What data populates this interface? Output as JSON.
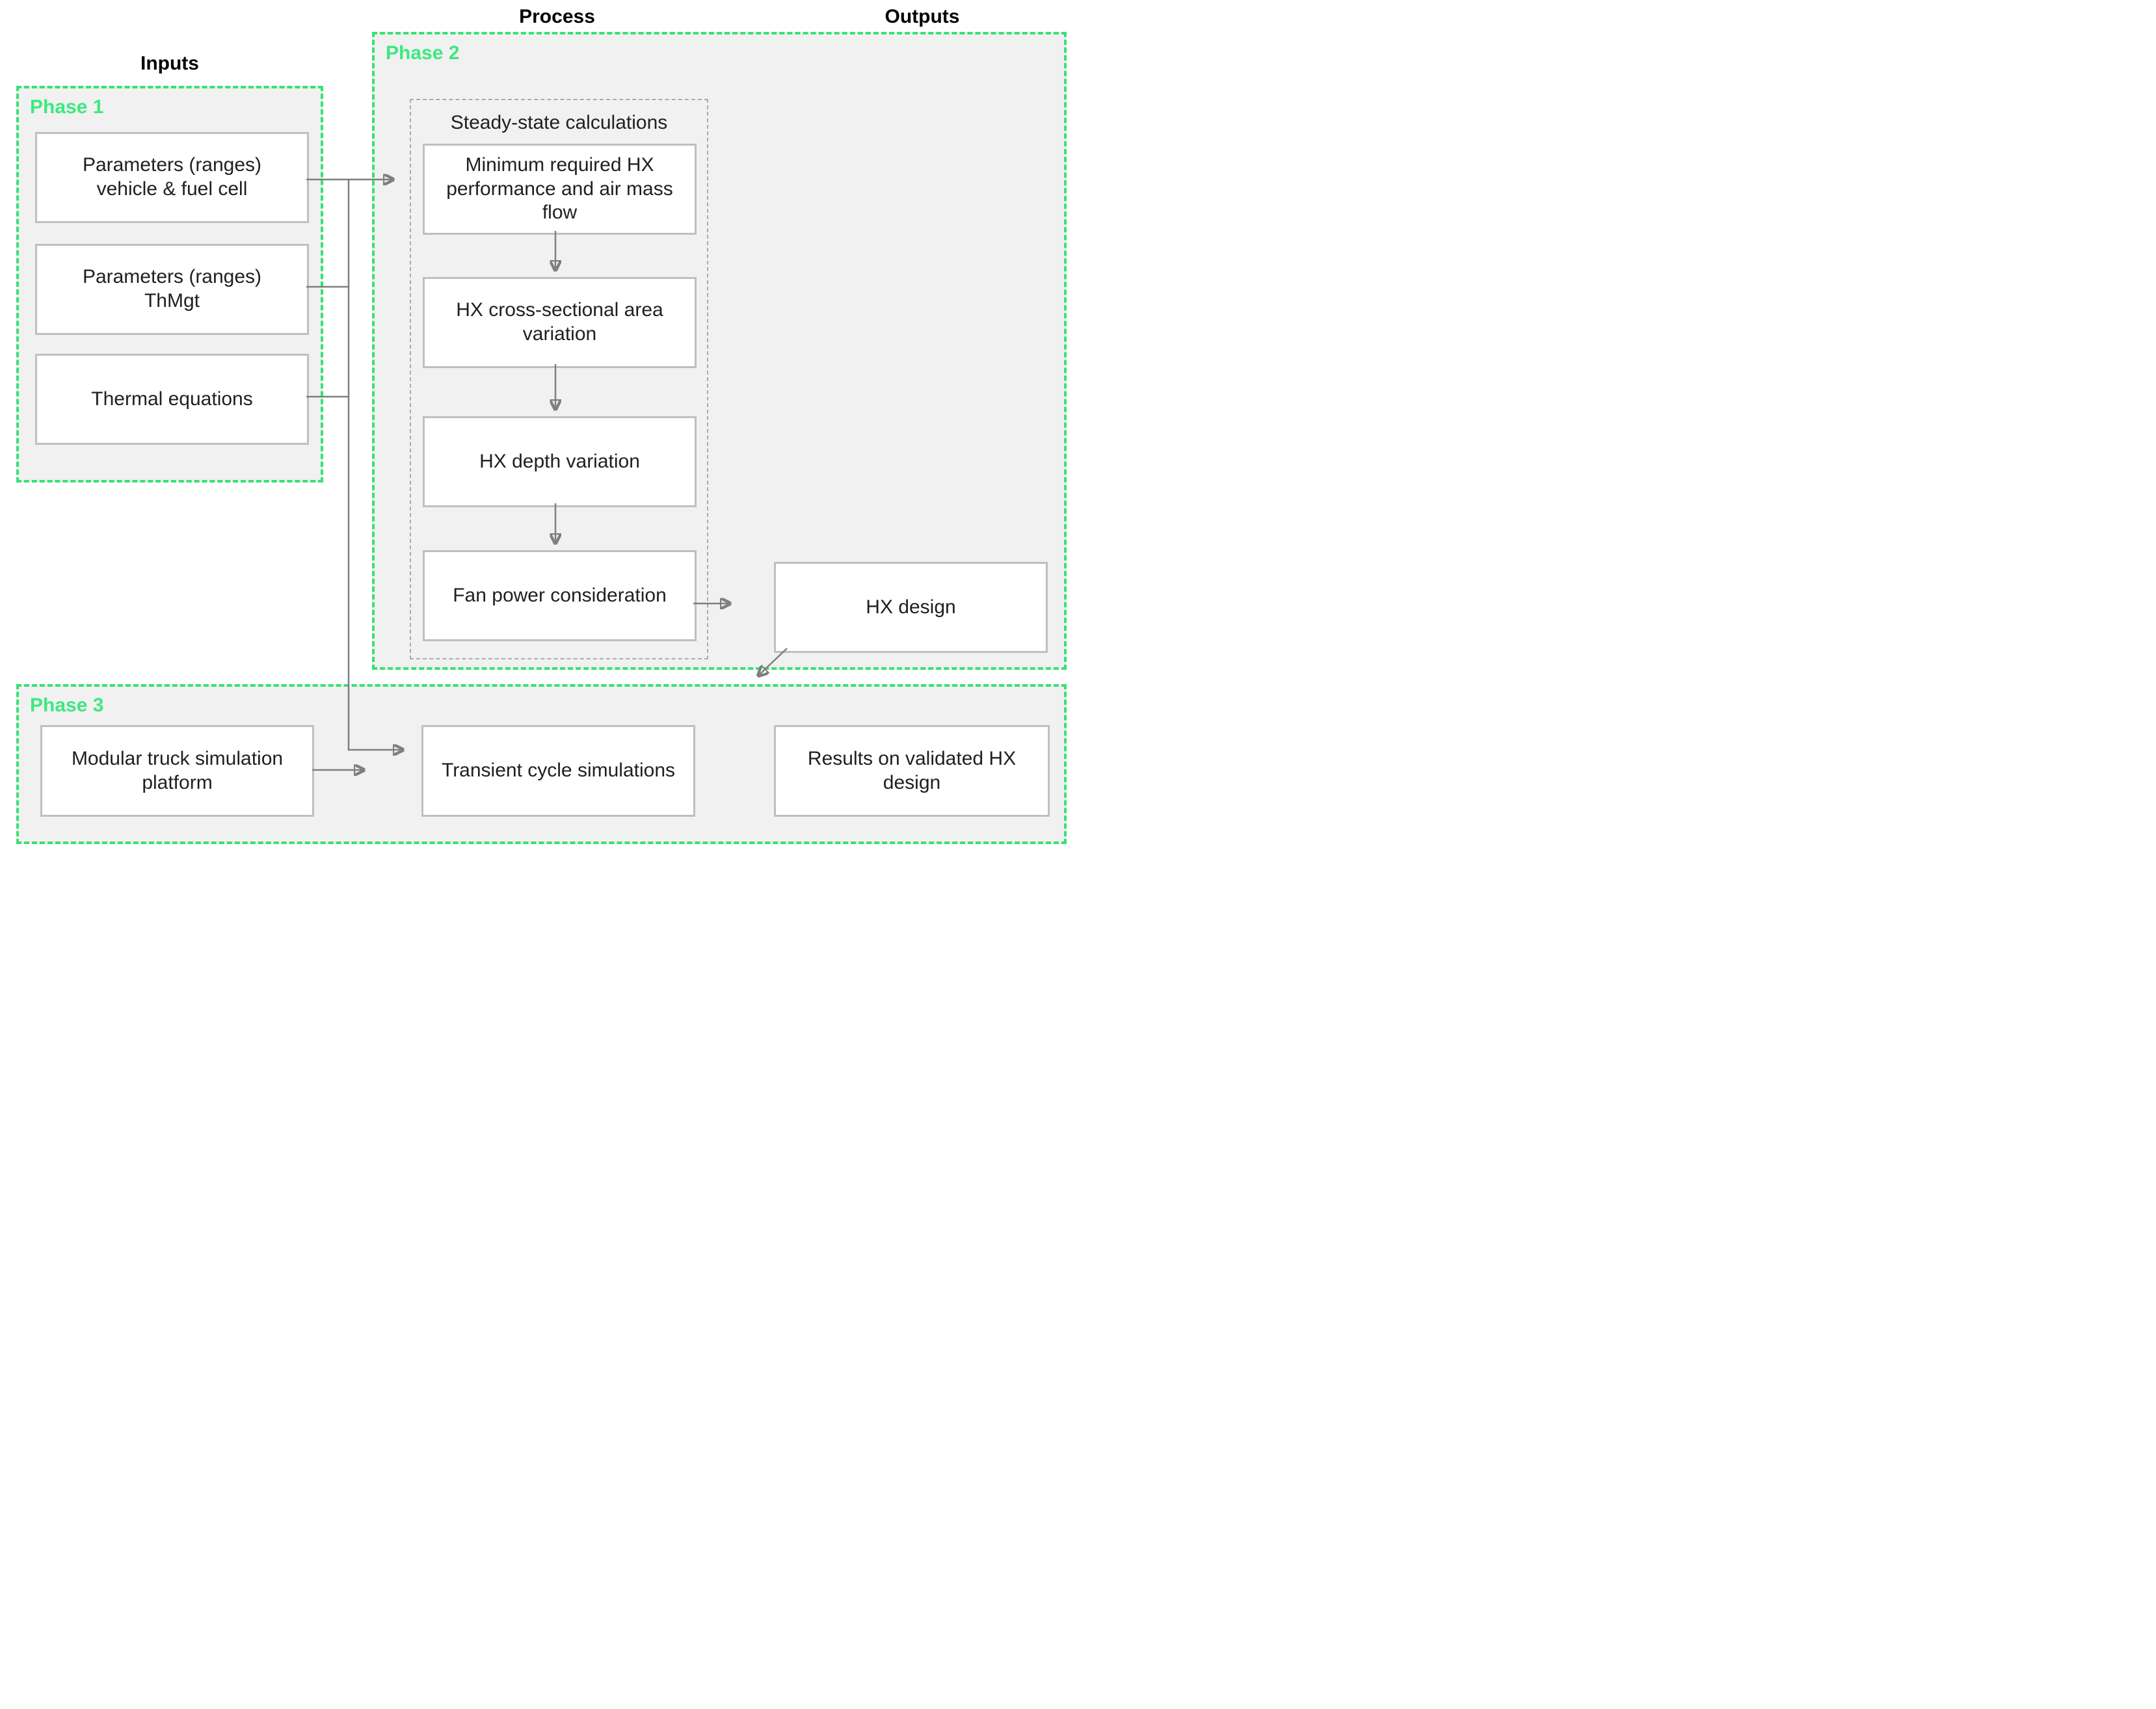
{
  "headers": {
    "inputs": "Inputs",
    "process": "Process",
    "outputs": "Outputs"
  },
  "phase1": {
    "label": "Phase 1",
    "box1": "Parameters (ranges)\nvehicle & fuel cell",
    "box2": "Parameters (ranges)\nThMgt",
    "box3": "Thermal equations"
  },
  "phase2": {
    "label": "Phase 2",
    "steady_state_title": "Steady-state calculations",
    "box1": "Minimum required HX\nperformance and air mass\nflow",
    "box2": "HX cross-sectional area\nvariation",
    "box3": "HX depth variation",
    "box4": "Fan power consideration",
    "output_box": "HX design"
  },
  "phase3": {
    "label": "Phase 3",
    "box1": "Modular truck simulation\nplatform",
    "box2": "Transient cycle simulations",
    "box3": "Results on validated HX\ndesign"
  },
  "colors": {
    "phase_border_green": "#34e373",
    "phase_label_green": "#3ce97e",
    "panel_fill_gray": "#f1f1f1",
    "node_border_gray": "#bfbfbf",
    "inner_dashed_gray": "#ababab",
    "arrow_gray": "#7f7f7f",
    "text_black": "#202020"
  }
}
